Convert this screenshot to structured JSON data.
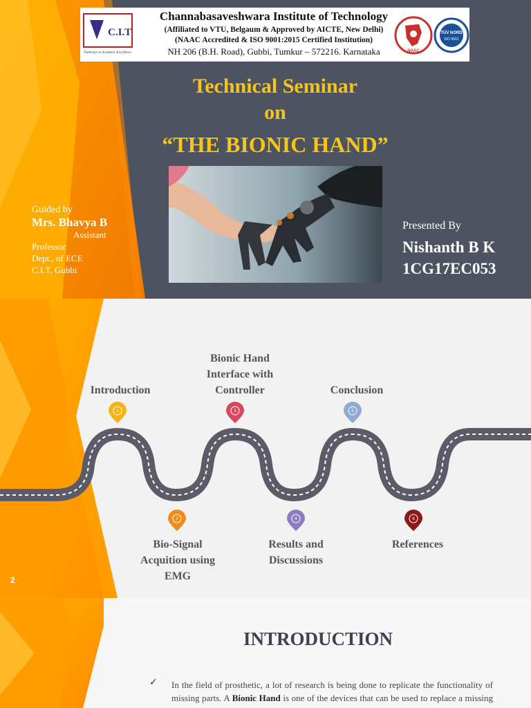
{
  "slide1": {
    "header": {
      "cit_logo_text": "C.I.T",
      "cit_tagline": "Pathways to Academic Excellence",
      "institute_name": "Channabasaveshwara Institute of Technology",
      "affiliation": "(Affiliated to VTU, Belgaum & Approved by AICTE, New Delhi)",
      "accreditation": "(NAAC Accredited & ISO 9001:2015 Certified Institution)",
      "address": "NH 206 (B.H. Road), Gubbi, Tumkur – 572216. Karnataka",
      "naac_text": "NAAC",
      "tuv_text": "TÜV NORD",
      "iso_text": "ISO 9001"
    },
    "title_line1": "Technical Seminar",
    "title_line2": "on",
    "title_line3": "“THE BIONIC HAND”",
    "guide": {
      "label": "Guided by",
      "name": "Mrs. Bhavya B",
      "designation": "Assistant",
      "lines": [
        "Professor",
        "Dept., of ECE",
        "C.I.T, Gubbi"
      ]
    },
    "presenter": {
      "label": "Presented By",
      "name": "Nishanth B K",
      "usn": "1CG17EC053"
    }
  },
  "slide2": {
    "slide_number": "2",
    "stages": [
      {
        "label": "Introduction",
        "number": "1",
        "color": "#f4b416"
      },
      {
        "label": "Bio-Signal Acquition using EMG",
        "number": "2",
        "color": "#f08c1a"
      },
      {
        "label": "Bionic Hand Interface with Controller",
        "number": "3",
        "color": "#d9475b"
      },
      {
        "label": "Results and Discussions",
        "number": "4",
        "color": "#8e7cc3"
      },
      {
        "label": "Conclusion",
        "number": "5",
        "color": "#8fa9cf"
      },
      {
        "label": "References",
        "number": "6",
        "color": "#8b1a1a"
      }
    ],
    "colors": {
      "road": "#5b5c68",
      "dash": "#ffffff",
      "label": "#555555"
    }
  },
  "slide3": {
    "heading": "INTRODUCTION",
    "bullet_text_a": "In the field of prosthetic, a lot of research is being done to replicate the functionality of missing parts. A ",
    "bullet_bold": "Bionic Hand",
    "bullet_text_b": " is one of the devices that can be used to replace a missing limb."
  }
}
